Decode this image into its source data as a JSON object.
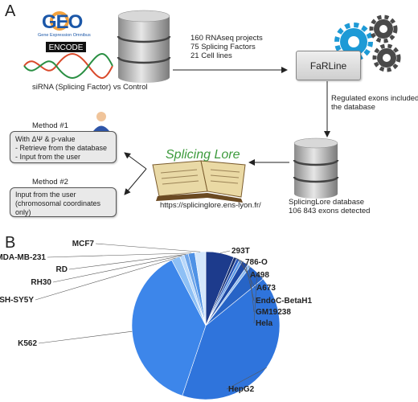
{
  "panels": {
    "a": "A",
    "b": "B"
  },
  "panel_a": {
    "geo_logo": {
      "text": "GEO",
      "subtitle": "Gene Expression Omnibus"
    },
    "encode_logo": {
      "text": "ENCODE"
    },
    "source_caption": "siRNA (Splicing Factor) vs Control",
    "stats": [
      "160 RNAseq projects",
      "75 Splicing Factors",
      "21 Cell lines"
    ],
    "farline_label": "FaRLine",
    "regulated_note": [
      "Regulated exons included in",
      "the database"
    ],
    "splicinglore_logo": "Splicing Lore",
    "splicinglore_url": "https://splicinglore.ens-lyon.fr/",
    "database_caption": [
      "SplicingLore database",
      "106 843 exons detected"
    ],
    "method1": {
      "title": "Method #1",
      "line1": "With ΔΨ & p-value",
      "items": [
        "- Retrieve from the database",
        "- Input from the user"
      ]
    },
    "method2": {
      "title": "Method #2",
      "lines": [
        "Input from the user",
        "(chromosomal coordinates",
        "only)"
      ]
    }
  },
  "chart_data": {
    "type": "pie",
    "labels": [
      "HepG2",
      "K562",
      "SH-SY5Y",
      "RH30",
      "RD",
      "MDA-MB-231",
      "MCF7",
      "293T",
      "786-O",
      "A498",
      "A673",
      "EndoC-BetaH1",
      "GM19238",
      "Hela"
    ],
    "values": [
      43,
      39,
      2,
      1,
      1,
      1.5,
      2.5,
      6.5,
      0.7,
      0.7,
      0.7,
      1.5,
      0.7,
      4
    ],
    "colors": [
      "#2f74dc",
      "#3d86ea",
      "#8ec0f5",
      "#b9d8fa",
      "#6fa6ea",
      "#4f92e6",
      "#d4e7fc",
      "#1d3b8c",
      "#173071",
      "#2a58b8",
      "#5d9ae6",
      "#1e4aa6",
      "#8fbcef",
      "#2764c6"
    ]
  }
}
